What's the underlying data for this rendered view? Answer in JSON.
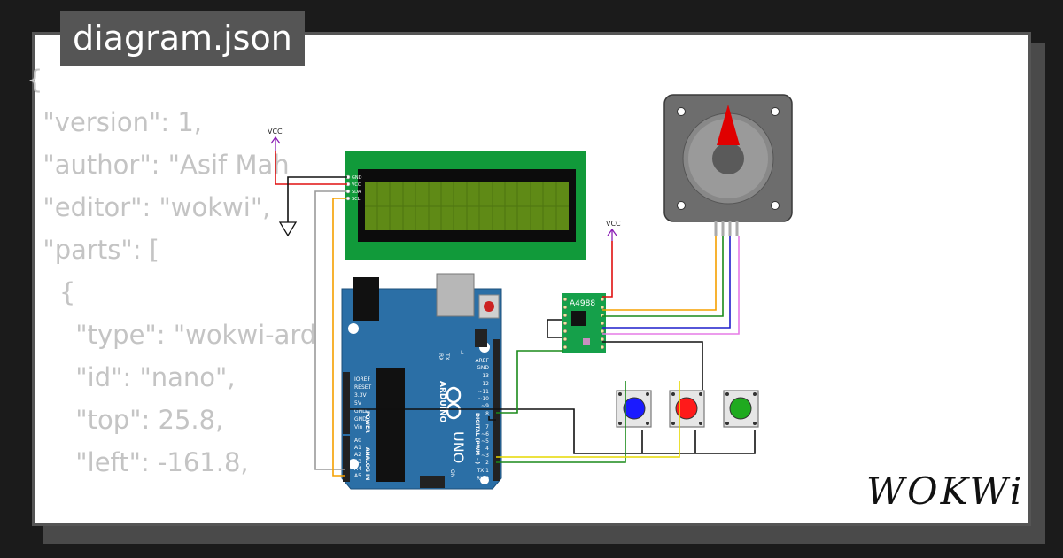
{
  "tab": {
    "title": "diagram.json"
  },
  "code_lines": [
    "{",
    "  \"version\": 1,",
    "  \"author\": \"Asif Mah",
    "  \"editor\": \"wokwi\",",
    "  \"parts\": [",
    "    {",
    "      \"type\": \"wokwi-ard",
    "      \"id\": \"nano\",",
    "      \"top\": 25.8,",
    "      \"left\": -161.8,"
  ],
  "labels": {
    "vcc": "VCC",
    "driver": "A4988",
    "lcd_pins": [
      "GND",
      "VCC",
      "SDA",
      "SCL"
    ],
    "arduino_brand": "ARDUINO",
    "arduino_model": "UNO",
    "power_header": "POWER",
    "power_pins": [
      "IOREF",
      "RESET",
      "3.3V",
      "5V",
      "GND",
      "GND",
      "Vin"
    ],
    "analog_header": "ANALOG IN",
    "analog_pins": [
      "A0",
      "A1",
      "A2",
      "A3",
      "A4",
      "A5"
    ],
    "digital_header": "DIGITAL (PWM ~)",
    "digital_pins": [
      "AREF",
      "GND",
      "13",
      "12",
      "~11",
      "~10",
      "~9",
      "8",
      "7",
      "~6",
      "~5",
      "4",
      "~3",
      "2",
      "TX 1",
      "RX 0"
    ],
    "l_led": "L",
    "tx": "TX",
    "rx": "RX",
    "on": "ON"
  },
  "buttons": [
    {
      "name": "blue",
      "color": "#1a1aff"
    },
    {
      "name": "red",
      "color": "#ff1a1a"
    },
    {
      "name": "green",
      "color": "#1faa1f"
    }
  ],
  "colors": {
    "arduino_board": "#2b6fa6",
    "lcd_board": "#119a3a",
    "lcd_screen": "#5f8a16",
    "driver_board": "#15a04a",
    "motor_body": "#6d6d6d",
    "motor_pointer": "#e00000"
  },
  "brand": {
    "logo": "WOKWi"
  }
}
